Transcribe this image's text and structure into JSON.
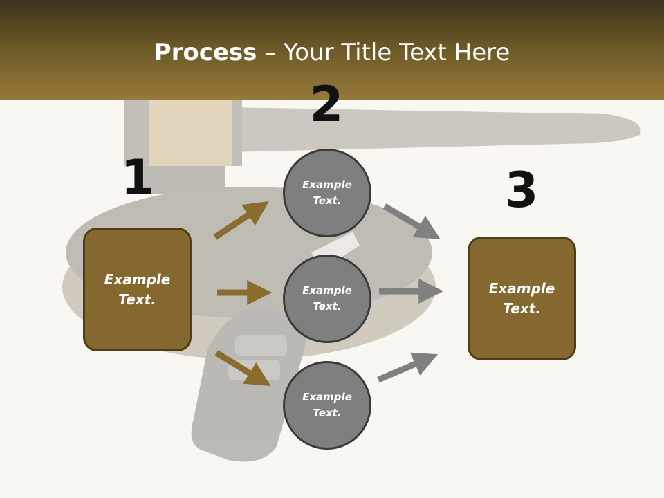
{
  "title": {
    "bold": "Process",
    "rest": " – Your Title Text Here"
  },
  "numbers": [
    "1",
    "2",
    "3"
  ],
  "left_box": {
    "text": "Example Text."
  },
  "right_box": {
    "text": "Example Text."
  },
  "circles": [
    {
      "text": "Example Text."
    },
    {
      "text": "Example Text."
    },
    {
      "text": "Example Text."
    }
  ],
  "colors": {
    "header_dark": "#3b321b",
    "header_light": "#967a3a",
    "box_fill": "#85682f",
    "circle_fill": "#7f7f7f",
    "arrow_brown": "#8a6d2e",
    "arrow_gray": "#808080"
  }
}
